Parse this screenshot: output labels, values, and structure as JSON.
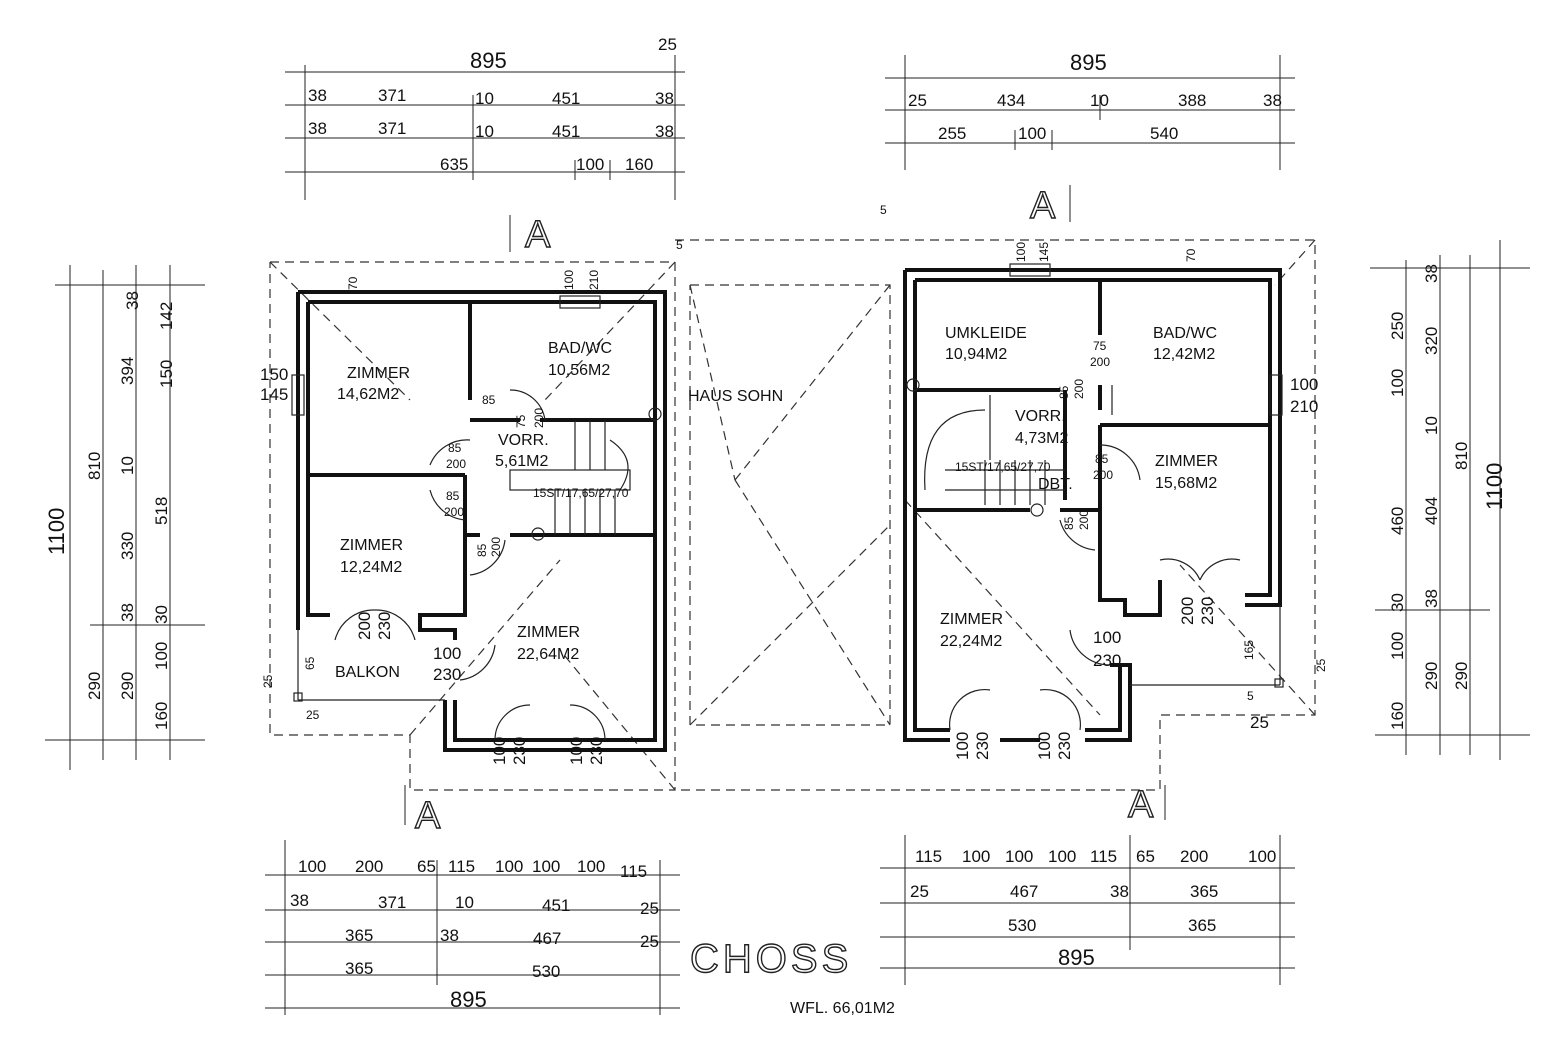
{
  "title": "CHOSS",
  "subtitle": "WFL. 66,01M2",
  "section_marker": "A",
  "house_label": "HAUS SOHN",
  "left_plan": {
    "rooms": [
      {
        "name": "ZIMMER",
        "area": "14,62M2"
      },
      {
        "name": "BAD/WC",
        "area": "10,56M2"
      },
      {
        "name": "VORR.",
        "area": "5,61M2"
      },
      {
        "name": "ZIMMER",
        "area": "12,24M2"
      },
      {
        "name": "ZIMMER",
        "area": "22,64M2"
      },
      {
        "name": "BALKON",
        "area": ""
      }
    ],
    "stair_label": "15ST/17,65/27,70",
    "top_dims": {
      "row1": [
        "895"
      ],
      "row2": [
        "38",
        "371",
        "10",
        "451",
        "38"
      ],
      "row3": [
        "38",
        "371",
        "10",
        "451",
        "38"
      ],
      "row4": [
        "635",
        "100",
        "160"
      ],
      "note": "25"
    },
    "bottom_dims": {
      "row1": [
        "100",
        "200",
        "65",
        "115",
        "100",
        "100",
        "100",
        "115"
      ],
      "row2": [
        "38",
        "371",
        "10",
        "451",
        "25"
      ],
      "row3": [
        "365",
        "38",
        "467",
        "25"
      ],
      "row4": [
        "365",
        "530"
      ],
      "total": "895"
    },
    "left_dims": {
      "total": "1100",
      "col1": [
        "810",
        "290"
      ],
      "col2": [
        "394",
        "10",
        "330",
        "38",
        "290"
      ],
      "col3": [
        "38",
        "142",
        "150",
        "518",
        "30",
        "100",
        "160"
      ]
    },
    "openings": [
      "70",
      "100",
      "210",
      "150",
      "145",
      "85",
      "75",
      "200",
      "85",
      "200",
      "85",
      "200",
      "85",
      "200",
      "200",
      "230",
      "100",
      "230",
      "100",
      "230",
      "100",
      "230",
      "65",
      "25",
      "25",
      "5"
    ]
  },
  "right_plan": {
    "rooms": [
      {
        "name": "UMKLEIDE",
        "area": "10,94M2"
      },
      {
        "name": "BAD/WC",
        "area": "12,42M2"
      },
      {
        "name": "VORR.",
        "area": "4,73M2"
      },
      {
        "name": "ZIMMER",
        "area": "15,68M2"
      },
      {
        "name": "ZIMMER",
        "area": "22,24M2"
      }
    ],
    "stair_label": "15ST/17,65/27,70",
    "stair_note": "DBT.",
    "top_dims": {
      "row1": [
        "895"
      ],
      "row2": [
        "25",
        "434",
        "10",
        "388",
        "38"
      ],
      "row3": [
        "255",
        "100",
        "540"
      ]
    },
    "bottom_dims": {
      "row1": [
        "115",
        "100",
        "100",
        "100",
        "115",
        "65",
        "200",
        "100"
      ],
      "row2": [
        "25",
        "467",
        "38",
        "365"
      ],
      "row3": [
        "530",
        "365"
      ],
      "total": "895"
    },
    "right_dims": {
      "total": "1100",
      "col1": [
        "810",
        "290"
      ],
      "col2": [
        "38",
        "320",
        "10",
        "404",
        "38",
        "290"
      ],
      "col3": [
        "250",
        "100",
        "460",
        "30",
        "100",
        "160"
      ]
    },
    "openings": [
      "5",
      "100",
      "145",
      "70",
      "75",
      "200",
      "85",
      "200",
      "100",
      "210",
      "85",
      "200",
      "85",
      "200",
      "200",
      "230",
      "100",
      "230",
      "165",
      "25",
      "5",
      "25",
      "100",
      "230",
      "100",
      "230"
    ]
  }
}
